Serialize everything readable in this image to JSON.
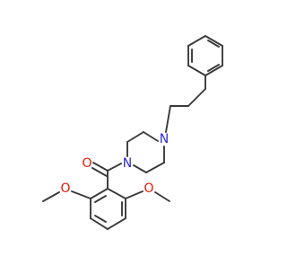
{
  "atoms": {
    "carbonyl_oxygen": "O",
    "piperazine_n1": "N",
    "piperazine_n4": "N",
    "methoxy_oxygen_left": "O",
    "methoxy_oxygen_right": "O"
  },
  "colors": {
    "bond": "#3a3a3a",
    "oxygen": "#e8160c",
    "nitrogen": "#2b2bd6",
    "background": "#ffffff"
  }
}
